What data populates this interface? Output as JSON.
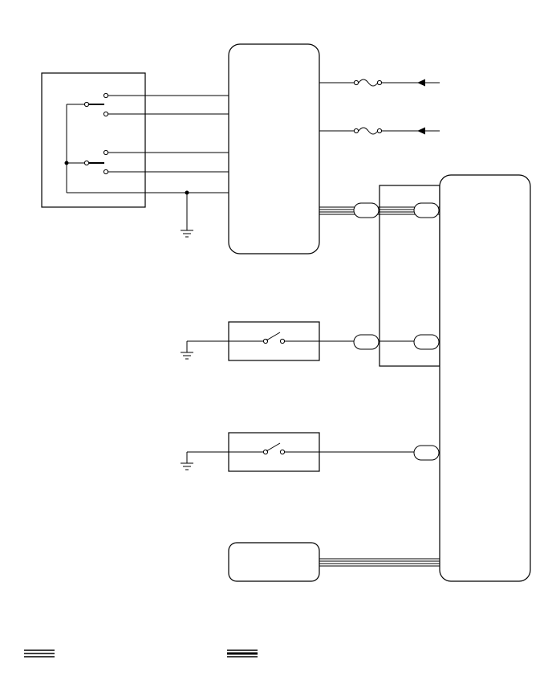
{
  "diagram": {
    "background": "#ffffff",
    "line_color": "#000000",
    "components": [
      "multiplex-switch",
      "control-module",
      "fuse",
      "fuse",
      "junction-connector",
      "main-control-unit",
      "switch",
      "switch",
      "sub-module",
      "ground",
      "ground",
      "ground"
    ],
    "legend": [
      {
        "symbol": "shielded-double-line"
      },
      {
        "symbol": "shielded-triple-line"
      }
    ]
  }
}
